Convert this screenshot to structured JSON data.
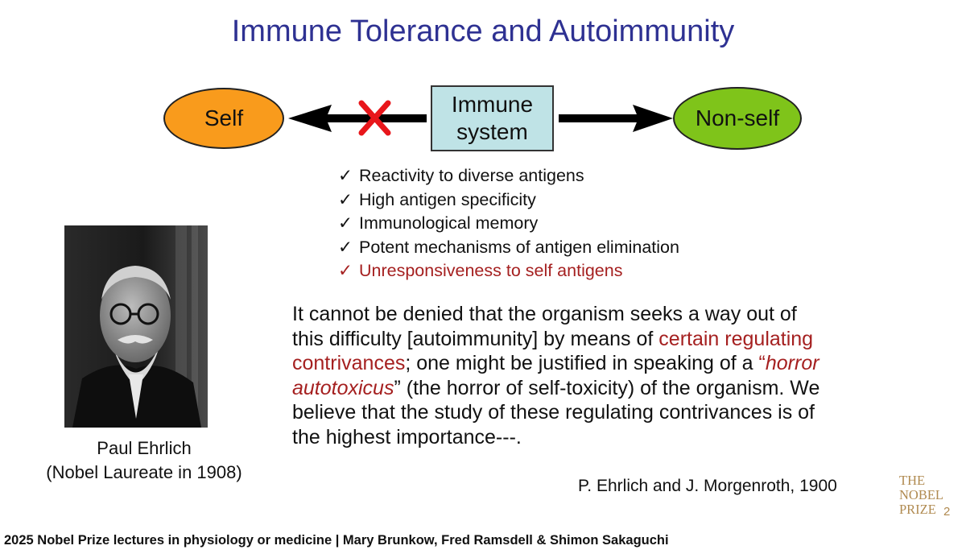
{
  "slide": {
    "title": "Immune Tolerance and Autoimmunity",
    "page_number": "2"
  },
  "diagram": {
    "self_label": "Self",
    "immune_label_line1": "Immune",
    "immune_label_line2": "system",
    "nonself_label": "Non-self",
    "colors": {
      "self": "#f99b1c",
      "nonself": "#7fc41a",
      "immune_box": "#bfe3e6",
      "cross": "#e8161b"
    }
  },
  "checklist": [
    {
      "text": "Reactivity to diverse antigens"
    },
    {
      "text": "High antigen specificity"
    },
    {
      "text": "Immunological memory"
    },
    {
      "text": "Potent mechanisms of antigen elimination"
    },
    {
      "text": "Unresponsiveness to self antigens"
    }
  ],
  "checkmark": "✓",
  "portrait": {
    "caption_line1": "Paul Ehrlich",
    "caption_line2": "(Nobel Laureate in 1908)"
  },
  "quote": {
    "l1": "It cannot be denied that the organism seeks a way out of",
    "l2": "this difficulty [autoimmunity] by means of ",
    "l2_red": "certain regulating",
    "l3_red": "contrivances",
    "l3": "; one might be justified in speaking of a ",
    "l3_quote_open": "“",
    "l3_red_italic": "horror",
    "l4_red_italic": "autotoxicus",
    "l4_quote_close": "”",
    "l4": " (the horror of self-toxicity) of the organism. We",
    "l5": "believe that the study of these regulating contrivances is of",
    "l6": "the highest importance---.",
    "attribution": "P. Ehrlich and J. Morgenroth, 1900"
  },
  "logo": {
    "line1": "THE",
    "line2": "NOBEL",
    "line3": "PRIZE"
  },
  "footer": "2025 Nobel Prize lectures in physiology or medicine | Mary Brunkow, Fred Ramsdell & Shimon Sakaguchi"
}
